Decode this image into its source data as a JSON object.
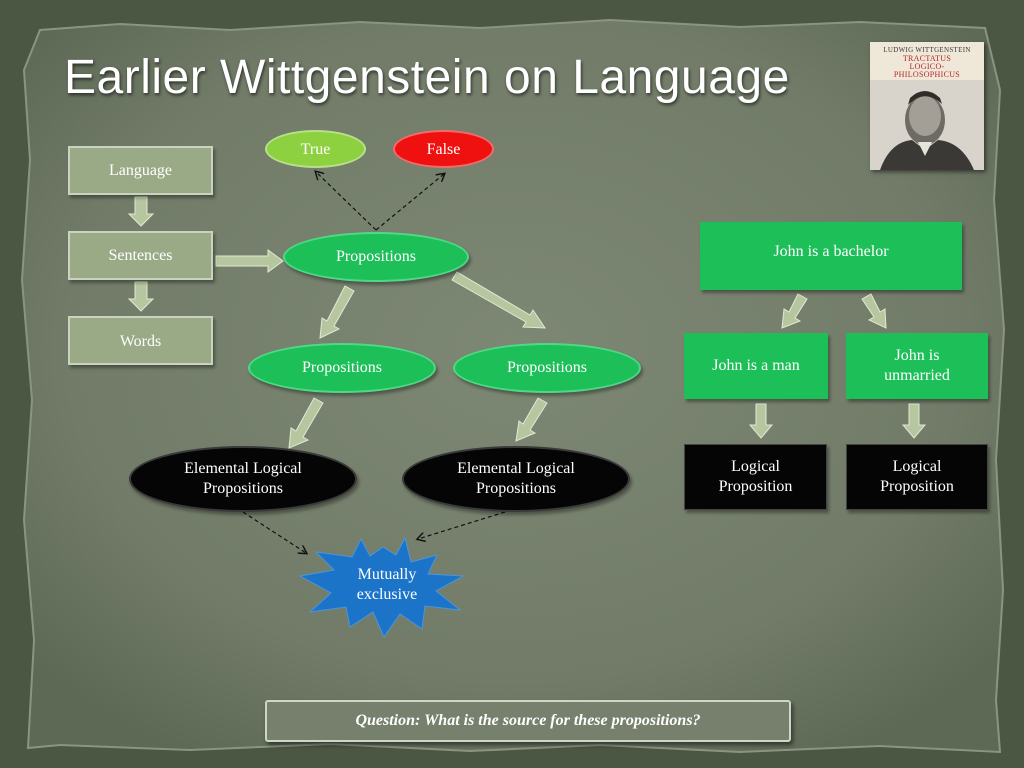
{
  "title": "Earlier Wittgenstein on Language",
  "book": {
    "author": "LUDWIG WITTGENSTEIN",
    "title_lines": [
      "TRACTATUS",
      "LOGICO-",
      "PHILOSOPHICUS"
    ]
  },
  "left_chain": [
    "Language",
    "Sentences",
    "Words"
  ],
  "truth_values": {
    "true": "True",
    "false": "False"
  },
  "propositions_top": "Propositions",
  "propositions_left": "Propositions",
  "propositions_right": "Propositions",
  "elemental_left": "Elemental Logical Propositions",
  "elemental_right": "Elemental Logical Propositions",
  "mutually_exclusive": "Mutually exclusive",
  "example": {
    "root": "John is a bachelor",
    "left": "John is a man",
    "right": "John is unmarried",
    "left_leaf": "Logical Proposition",
    "right_leaf": "Logical Proposition"
  },
  "question": "Question: What is the source for these propositions?",
  "colors": {
    "green": "#1dbf59",
    "true_green": "#8ed140",
    "false_red": "#ef1010",
    "burst_blue": "#1c74c9",
    "box_grey_green": "#9aaa87",
    "arrow": "#b6c79f"
  }
}
